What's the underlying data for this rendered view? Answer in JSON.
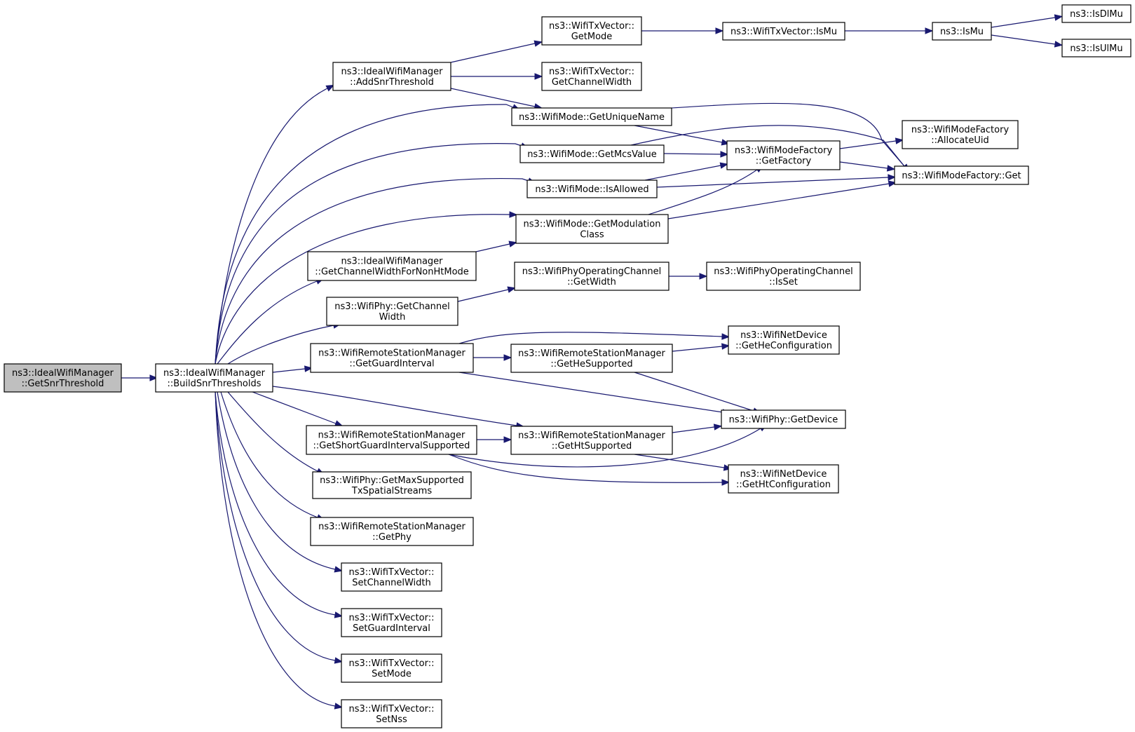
{
  "graph": {
    "colors": {
      "node_fill": "#ffffff",
      "highlight_fill": "#bfbfbf",
      "edge": "#191970",
      "border": "#000000"
    },
    "nodes": {
      "get-snr-threshold": [
        "ns3::IdealWifiManager",
        "::GetSnrThreshold"
      ],
      "build-snr-thresholds": [
        "ns3::IdealWifiManager",
        "::BuildSnrThresholds"
      ],
      "add-snr-threshold": [
        "ns3::IdealWifiManager",
        "::AddSnrThreshold"
      ],
      "get-unique-name": [
        "ns3::WifiMode::GetUniqueName"
      ],
      "get-mcs-value": [
        "ns3::WifiMode::GetMcsValue"
      ],
      "is-allowed": [
        "ns3::WifiMode::IsAllowed"
      ],
      "get-modulation-class": [
        "ns3::WifiMode::GetModulation",
        "Class"
      ],
      "get-channel-width-non-ht": [
        "ns3::IdealWifiManager",
        "::GetChannelWidthForNonHtMode"
      ],
      "phy-get-channel-width": [
        "ns3::WifiPhy::GetChannel",
        "Width"
      ],
      "get-guard-interval": [
        "ns3::WifiRemoteStationManager",
        "::GetGuardInterval"
      ],
      "get-short-gi-supported": [
        "ns3::WifiRemoteStationManager",
        "::GetShortGuardIntervalSupported"
      ],
      "get-max-supported-streams": [
        "ns3::WifiPhy::GetMaxSupported",
        "TxSpatialStreams"
      ],
      "get-phy": [
        "ns3::WifiRemoteStationManager",
        "::GetPhy"
      ],
      "set-channel-width": [
        "ns3::WifiTxVector::",
        "SetChannelWidth"
      ],
      "set-guard-interval": [
        "ns3::WifiTxVector::",
        "SetGuardInterval"
      ],
      "set-mode": [
        "ns3::WifiTxVector::",
        "SetMode"
      ],
      "set-nss": [
        "ns3::WifiTxVector::",
        "SetNss"
      ],
      "txv-get-mode": [
        "ns3::WifiTxVector::",
        "GetMode"
      ],
      "txv-get-channel-width": [
        "ns3::WifiTxVector::",
        "GetChannelWidth"
      ],
      "txv-is-mu": [
        "ns3::WifiTxVector::IsMu"
      ],
      "is-mu": [
        "ns3::IsMu"
      ],
      "is-dl-mu": [
        "ns3::IsDlMu"
      ],
      "is-ul-mu": [
        "ns3::IsUlMu"
      ],
      "mode-factory-get-factory": [
        "ns3::WifiModeFactory",
        "::GetFactory"
      ],
      "mode-factory-allocate-uid": [
        "ns3::WifiModeFactory",
        "::AllocateUid"
      ],
      "mode-factory-get": [
        "ns3::WifiModeFactory::Get"
      ],
      "op-channel-get-width": [
        "ns3::WifiPhyOperatingChannel",
        "::GetWidth"
      ],
      "op-channel-is-set": [
        "ns3::WifiPhyOperatingChannel",
        "::IsSet"
      ],
      "get-he-supported": [
        "ns3::WifiRemoteStationManager",
        "::GetHeSupported"
      ],
      "get-ht-supported": [
        "ns3::WifiRemoteStationManager",
        "::GetHtSupported"
      ],
      "get-he-configuration": [
        "ns3::WifiNetDevice",
        "::GetHeConfiguration"
      ],
      "get-ht-configuration": [
        "ns3::WifiNetDevice",
        "::GetHtConfiguration"
      ],
      "phy-get-device": [
        "ns3::WifiPhy::GetDevice"
      ]
    },
    "highlighted": "get-snr-threshold"
  }
}
